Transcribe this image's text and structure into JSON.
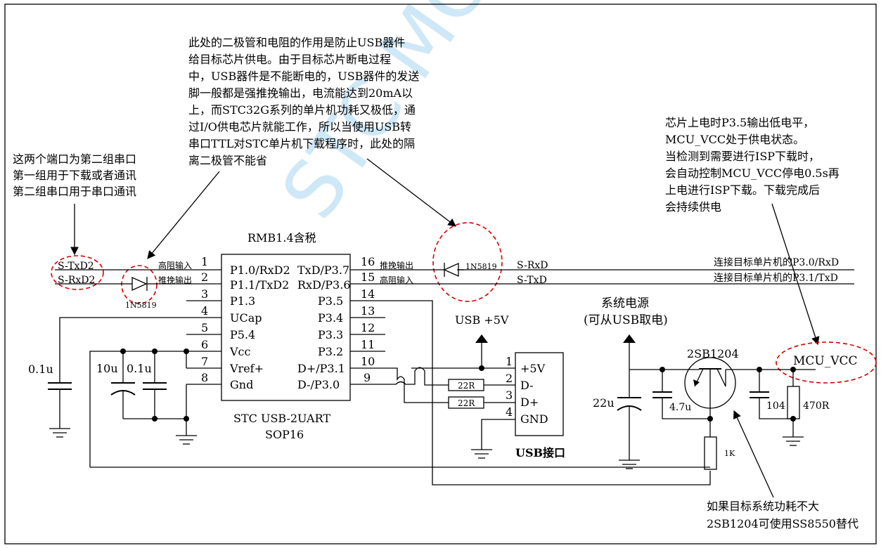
{
  "watermark": "STC MCU",
  "notes": {
    "diode_note": [
      "此处的二极管和电阻的作用是防止USB器件",
      "给目标芯片供电。由于目标芯片断电过程",
      "中，USB器件是不能断电的，USB器件的发送",
      "脚一般都是强推挽输出，电流能达到20mA以",
      "上，而STC32G系列的单片机功耗又极低，通",
      "过I/O供电芯片就能工作，所以当使用USB转",
      "串口TTL对STC单片机下载程序时，此处的隔",
      "离二极管不能省"
    ],
    "port_note": [
      "这两个端口为第二组串口",
      "第一组用于下载或者通讯",
      "第二组串口用于串口通讯"
    ],
    "power_note": [
      "芯片上电时P3.5输出低电平，",
      "MCU_VCC处于供电状态。",
      "当检测到需要进行ISP下载时，",
      "会自动控制MCU_VCC停电0.5s再",
      "上电进行ISP下载。下载完成后",
      "会持续供电"
    ],
    "transistor_note": [
      "如果目标系统功耗不大",
      "2SB1204可使用SS8550替代"
    ]
  },
  "chip": {
    "price_label": "RMB1.4含税",
    "name": "STC USB-2UART",
    "package": "SOP16",
    "left_pins": [
      {
        "num": "1",
        "name": "P1.0/RxD2"
      },
      {
        "num": "2",
        "name": "P1.1/TxD2"
      },
      {
        "num": "3",
        "name": "P1.3"
      },
      {
        "num": "4",
        "name": "UCap"
      },
      {
        "num": "5",
        "name": "P5.4"
      },
      {
        "num": "6",
        "name": "Vcc"
      },
      {
        "num": "7",
        "name": "Vref+"
      },
      {
        "num": "8",
        "name": "Gnd"
      }
    ],
    "right_pins": [
      {
        "num": "16",
        "name": "TxD/P3.7"
      },
      {
        "num": "15",
        "name": "RxD/P3.6"
      },
      {
        "num": "14",
        "name": "P3.5"
      },
      {
        "num": "13",
        "name": "P3.4"
      },
      {
        "num": "12",
        "name": "P3.3"
      },
      {
        "num": "11",
        "name": "P3.2"
      },
      {
        "num": "10",
        "name": "D+/P3.1"
      },
      {
        "num": "9",
        "name": "D-/P3.0"
      }
    ]
  },
  "signals": {
    "s_txd2": "S-TxD2",
    "s_rxd2": "S-RxD2",
    "high_z_in": "高阻输入",
    "push_pull_out": "推挽输出",
    "s_rxd": "S-RxD",
    "s_txd": "S-TxD",
    "target_p30": "连接目标单片机的P3.0/RxD",
    "target_p31": "连接目标单片机的P3.1/TxD",
    "diode": "1N5819",
    "mcu_vcc": "MCU_VCC"
  },
  "components": {
    "c_ucap": "0.1u",
    "c_10u": "10u",
    "c_01u": "0.1u",
    "r_22_a": "22R",
    "r_22_b": "22R",
    "c_22u": "22u",
    "c_47u": "4.7u",
    "c_104": "104",
    "r_470": "470R",
    "r_1k": "1K",
    "transistor": "2SB1204"
  },
  "usb": {
    "plus5v_label": "USB +5V",
    "connector_title": "USB接口",
    "pins": [
      {
        "num": "1",
        "name": "+5V"
      },
      {
        "num": "2",
        "name": "D-"
      },
      {
        "num": "3",
        "name": "D+"
      },
      {
        "num": "4",
        "name": "GND"
      }
    ]
  },
  "power": {
    "title": "系统电源",
    "subtitle": "(可从USB取电)"
  }
}
